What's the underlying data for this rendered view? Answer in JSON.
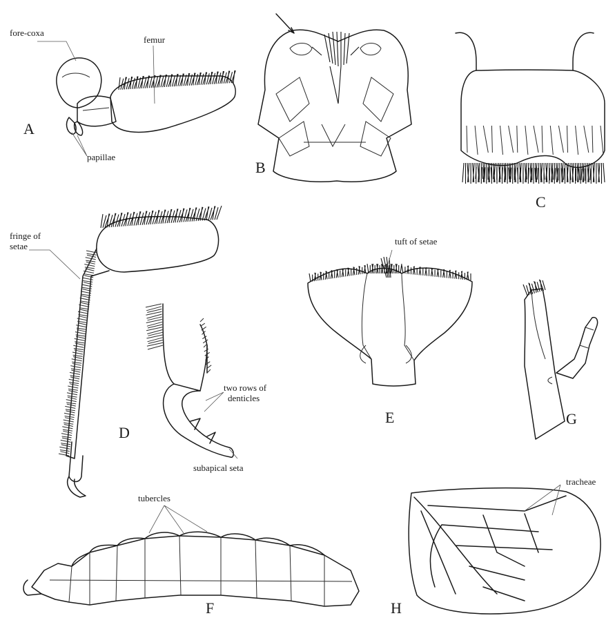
{
  "panel_letters": [
    "A",
    "B",
    "C",
    "D",
    "E",
    "F",
    "G",
    "H"
  ],
  "labels": {
    "fore_coxa": "fore-coxa",
    "femur": "femur",
    "papillae": "papillae",
    "fringe_of_setae": "fringe of\nsetae",
    "tuft_of_setae": "tuft of setae",
    "two_rows_of_denticles": "two rows of\ndenticles",
    "subapical_seta": "subapical seta",
    "tubercles": "tubercles",
    "tracheae": "tracheae"
  }
}
